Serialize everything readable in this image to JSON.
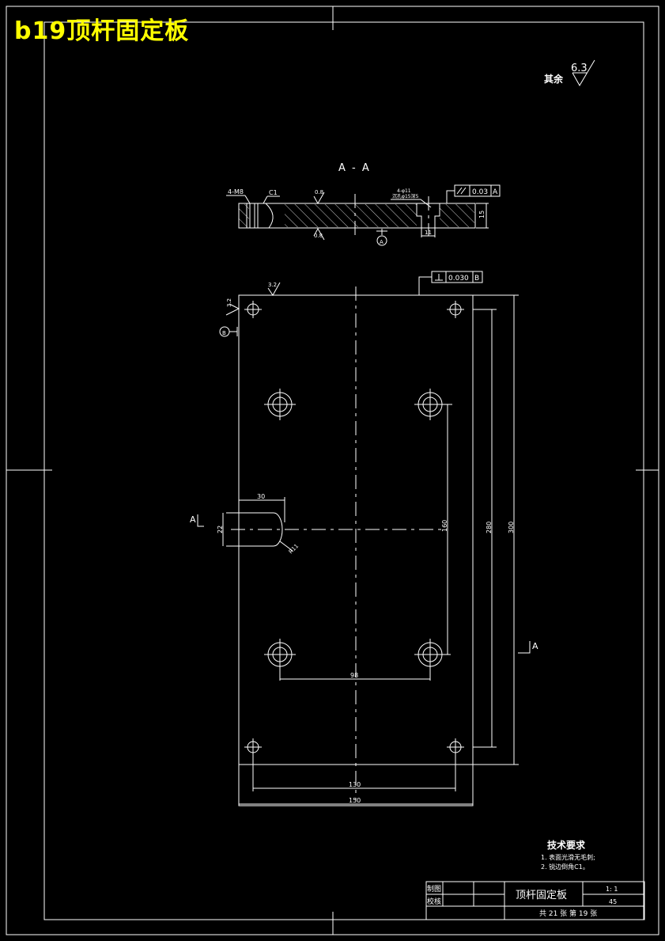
{
  "title": "b19顶杆固定板",
  "roughness_note": {
    "label": "其余",
    "value": "6.3"
  },
  "section": {
    "title": "A - A",
    "labels": {
      "thread": "4-M8",
      "chamfer": "C1",
      "rough_top": "0.8",
      "rough_bottom": "0.8",
      "hole_note_1": "4-φ11",
      "hole_note_2": "沉孔φ15深5",
      "thickness": "15",
      "counterbore_depth": "11",
      "datum": "A",
      "parallel_tol": "0.03",
      "parallel_datum": "A"
    }
  },
  "plan": {
    "perp_tol": "0.030",
    "perp_datum": "B",
    "rough_top": "3.2",
    "rough_left": "3.2",
    "datum_left": "B",
    "dims": {
      "slot_len": "30",
      "slot_w": "22",
      "slot_r": "R11",
      "d_160": "160",
      "d_280": "280",
      "d_300": "300",
      "d_98": "98",
      "d_130": "130",
      "d_150": "150"
    },
    "section_mark_left": "A",
    "section_mark_right": "A"
  },
  "tech_req": {
    "heading": "技术要求",
    "items": [
      "1. 表面光滑无毛刺;",
      "2. 锐边倒角C1。"
    ]
  },
  "title_block": {
    "drawn_label": "制图",
    "checked_label": "校核",
    "part_name": "顶杆固定板",
    "scale": "1: 1",
    "material": "45",
    "sheet_info": "共 21 张   第 19 张"
  }
}
